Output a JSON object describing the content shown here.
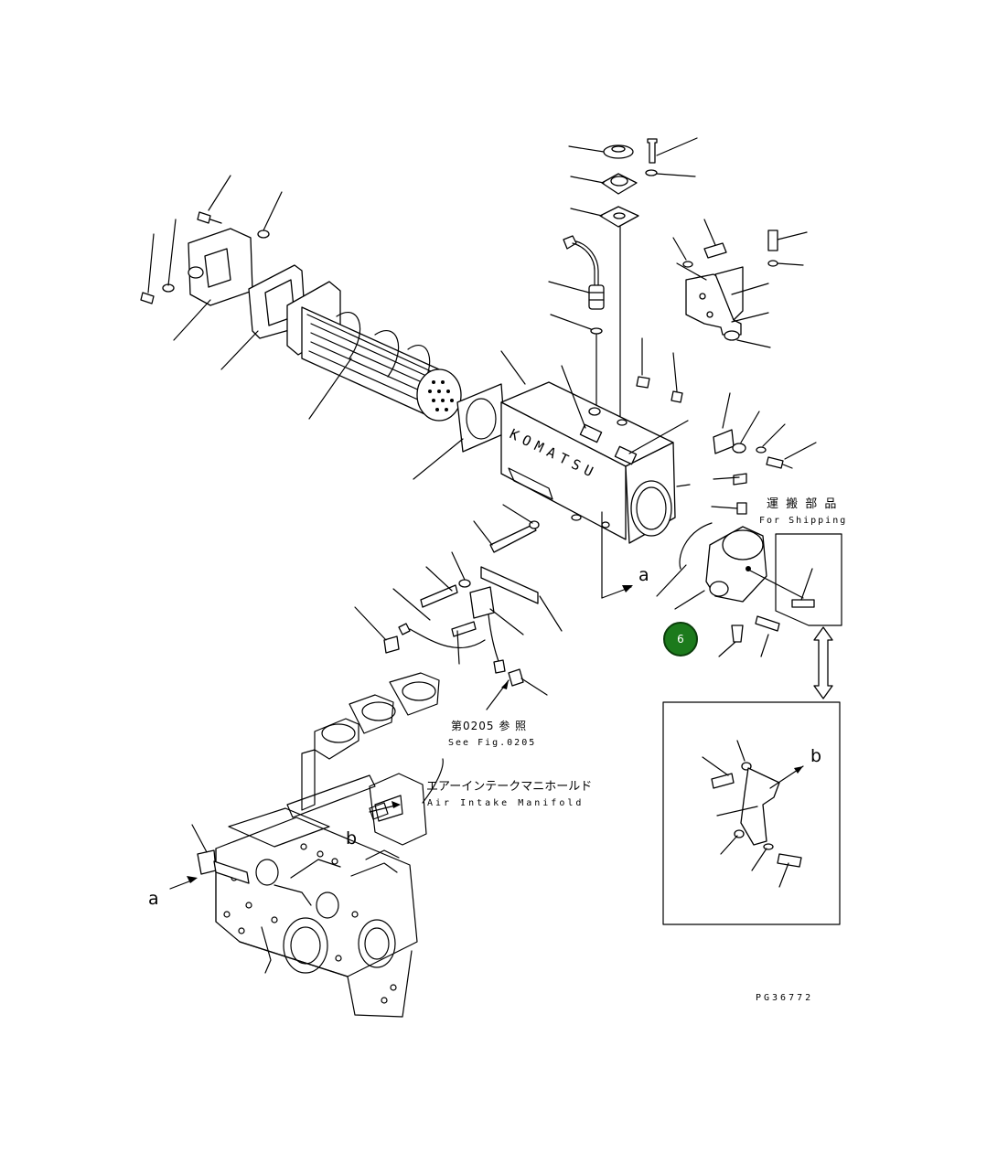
{
  "labels": {
    "ref_a_upper": "a",
    "ref_a_lower": "a",
    "ref_b_detail": "b",
    "ref_b_manifold": "b",
    "shipping_jp": "運 搬 部 品",
    "shipping_en": "For Shipping",
    "see_fig_jp": "第0205 参 照",
    "see_fig_en": "See Fig.0205",
    "manifold_jp": "エアーインテークマニホールド",
    "manifold_en": "Air Intake Manifold",
    "figure_code": "PG36772",
    "housing_brand": "KOMATSU"
  },
  "badge": {
    "label": "6",
    "color": "#1c7a1c"
  }
}
